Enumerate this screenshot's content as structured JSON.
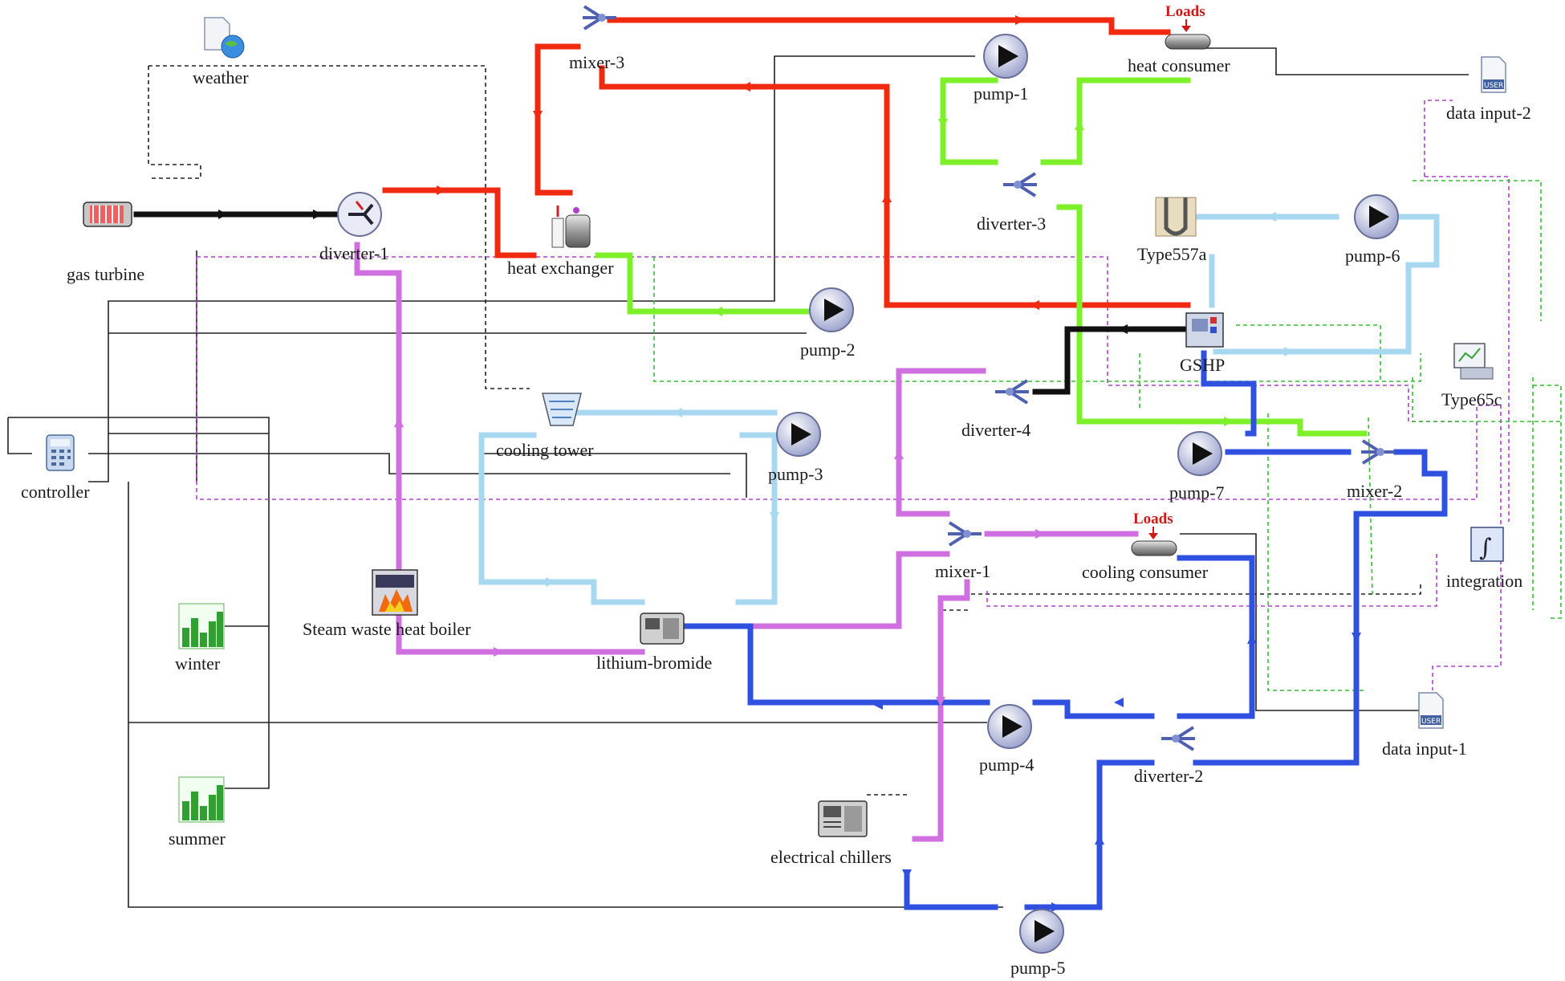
{
  "components": {
    "weather": "weather",
    "gas_turbine": "gas turbine",
    "diverter_1": "diverter-1",
    "heat_exchanger": "heat exchanger",
    "mixer_3": "mixer-3",
    "pump_1": "pump-1",
    "heat_consumer": "heat consumer",
    "data_input_2": "data input-2",
    "diverter_3": "diverter-3",
    "type557a": "Type557a",
    "pump_6": "pump-6",
    "pump_2": "pump-2",
    "gshp": "GSHP",
    "type65c": "Type65c",
    "diverter_4": "diverter-4",
    "cooling_tower": "cooling tower",
    "pump_3": "pump-3",
    "controller": "controller",
    "pump_7": "pump-7",
    "mixer_2": "mixer-2",
    "mixer_1": "mixer-1",
    "cooling_consumer": "cooling consumer",
    "integration": "integration",
    "steam_waste_heat_boiler": "Steam waste heat boiler",
    "winter": "winter",
    "lithium_bromide": "lithium-bromide",
    "pump_4": "pump-4",
    "diverter_2": "diverter-2",
    "data_input_1": "data input-1",
    "summer": "summer",
    "electrical_chillers": "electrical chillers",
    "pump_5": "pump-5"
  },
  "loads_top": "Loads",
  "loads_cooling": "Loads",
  "user_badge": "USER",
  "colors": {
    "hot_water": "#f02a10",
    "heating_loop": "#7ef02a",
    "ground_loop": "#a8d8f0",
    "steam": "#d070e0",
    "chilled_water": "#3050e0",
    "exhaust": "#111111",
    "signal": "#222222",
    "signal_green": "#30c030",
    "signal_purple": "#b040d0"
  }
}
